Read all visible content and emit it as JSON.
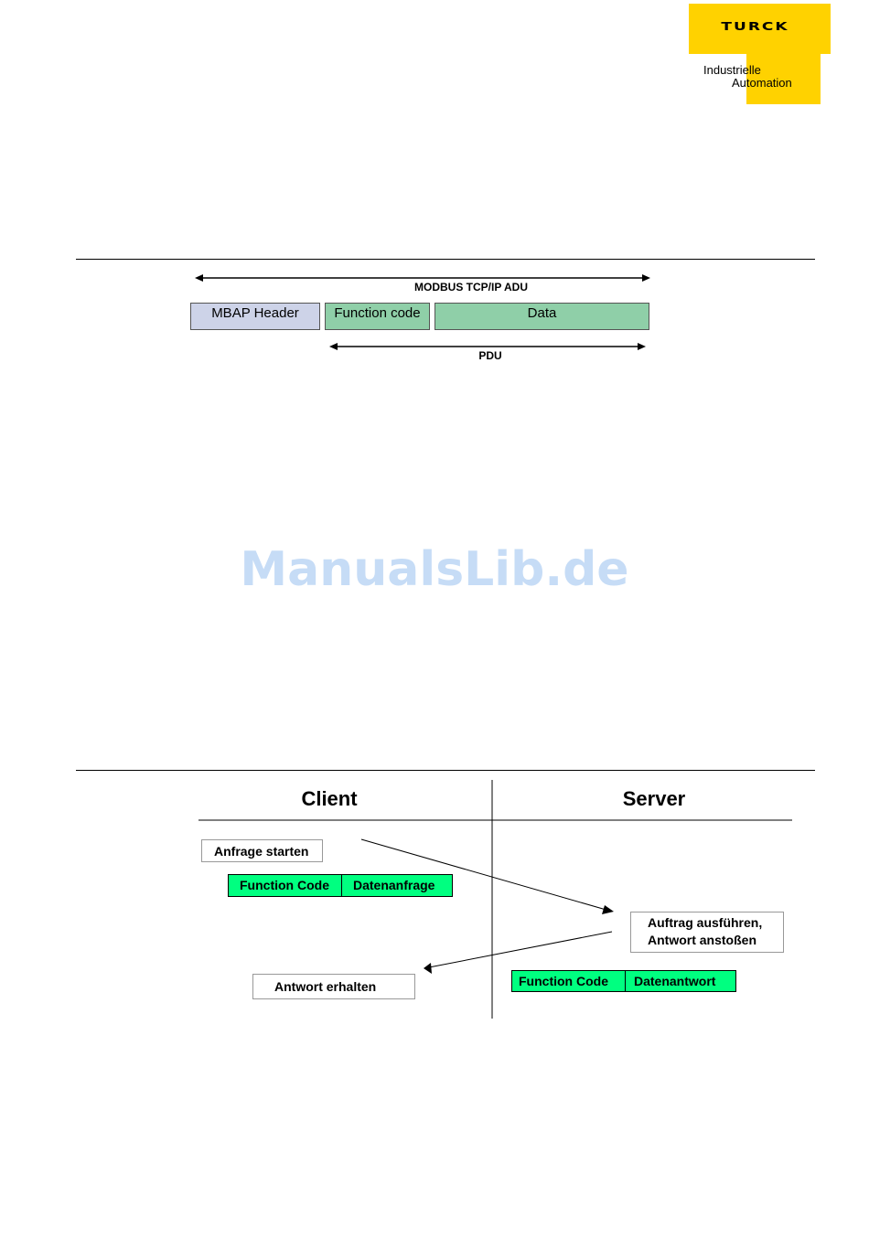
{
  "logo": {
    "brand": "TURCK",
    "line1": "Industrielle",
    "line2": "Automation",
    "color": "#ffd200"
  },
  "figure1": {
    "adu_label": "MODBUS TCP/IP ADU",
    "pdu_label": "PDU",
    "mbap_header": "MBAP Header",
    "function_code": "Function code",
    "data": "Data",
    "mbap_color": "#cdd3e8",
    "pdu_color": "#8fcfa8"
  },
  "watermark": "ManualsLib.de",
  "figure2": {
    "client_heading": "Client",
    "server_heading": "Server",
    "request_start": "Anfrage starten",
    "request_function_code": "Function Code",
    "request_data": "Datenanfrage",
    "execute_line1": "Auftrag ausführen,",
    "execute_line2": "Antwort anstoßen",
    "response_function_code": "Function Code",
    "response_data": "Datenantwort",
    "response_received": "Antwort erhalten",
    "green_color": "#00ff80"
  }
}
